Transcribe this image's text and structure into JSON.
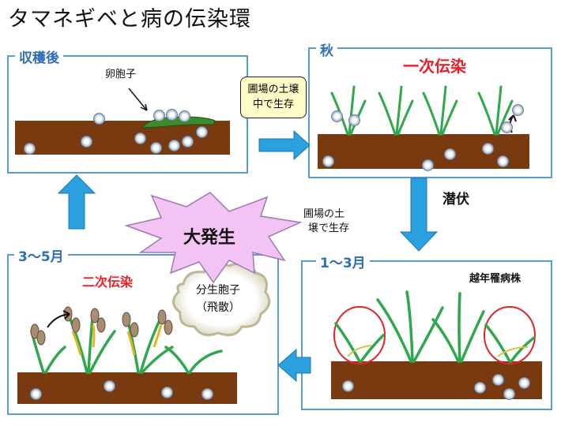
{
  "title": "タマネギベと病の伝染環",
  "panels": {
    "harvest": {
      "label": "収穫後",
      "spore_label": "卵胞子"
    },
    "autumn": {
      "label": "秋",
      "infection": "一次伝染"
    },
    "winter": {
      "label": "1～3月",
      "plant_label": "越年罹病株"
    },
    "spring": {
      "label": "3～5月",
      "infection": "二次伝染",
      "cloud_line1": "分生胞子",
      "cloud_line2": "（飛散）"
    }
  },
  "soil_box": {
    "line1": "圃場の土壌",
    "line2": "中で生存"
  },
  "latent_label": "潜伏",
  "burst_label": "大発生",
  "soil_note": {
    "line1": "圃場の土",
    "line2": "壌で生存"
  },
  "colors": {
    "panel_border": "#5b9bd5",
    "label_blue": "#2f6fb7",
    "soil": "#7a3a10",
    "arrow": "#2aa0df",
    "red": "#ee1c25",
    "burst_fill": "#f3c3f3",
    "box_fill": "#fffbc8"
  }
}
